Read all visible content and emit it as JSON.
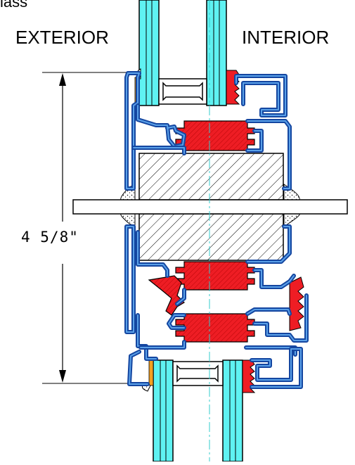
{
  "labels": {
    "top": "lass",
    "exterior": "EXTERIOR",
    "interior": "INTERIOR",
    "dimension": "4 5/8\""
  },
  "colors": {
    "glass": "#5ff2f2",
    "frame_blue": "#1446a0",
    "frame_inner": "#5aa0e8",
    "gasket_red": "#ee1d24",
    "spacer_orange": "#f5a020",
    "outline": "#000000",
    "centerline": "#33cccc"
  }
}
